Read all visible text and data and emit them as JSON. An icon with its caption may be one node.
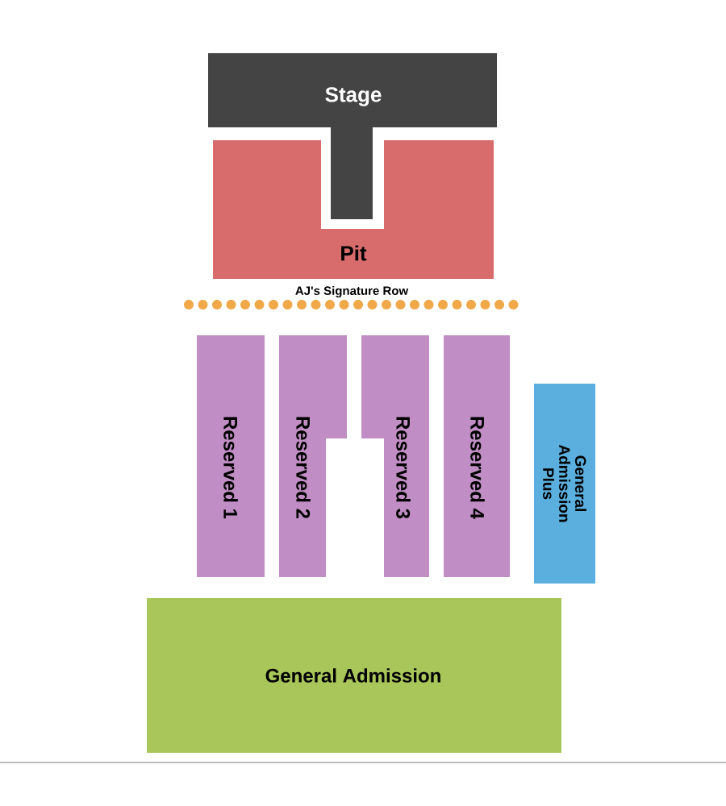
{
  "diagram": {
    "nodes": [
      {
        "text": [
          "Stage"
        ]
      },
      {
        "text": [
          "Pit"
        ]
      },
      {
        "text": [
          "AJ's Signature Row"
        ]
      },
      {
        "text": [
          "Reserved 1"
        ]
      },
      {
        "text": [
          "Reserved 2"
        ]
      },
      {
        "text": [
          "Reserved 3"
        ]
      },
      {
        "text": [
          "Reserved 4"
        ]
      },
      {
        "text": [
          "General Admission Plus"
        ]
      },
      {
        "text": [
          "General Admission"
        ]
      }
    ]
  }
}
